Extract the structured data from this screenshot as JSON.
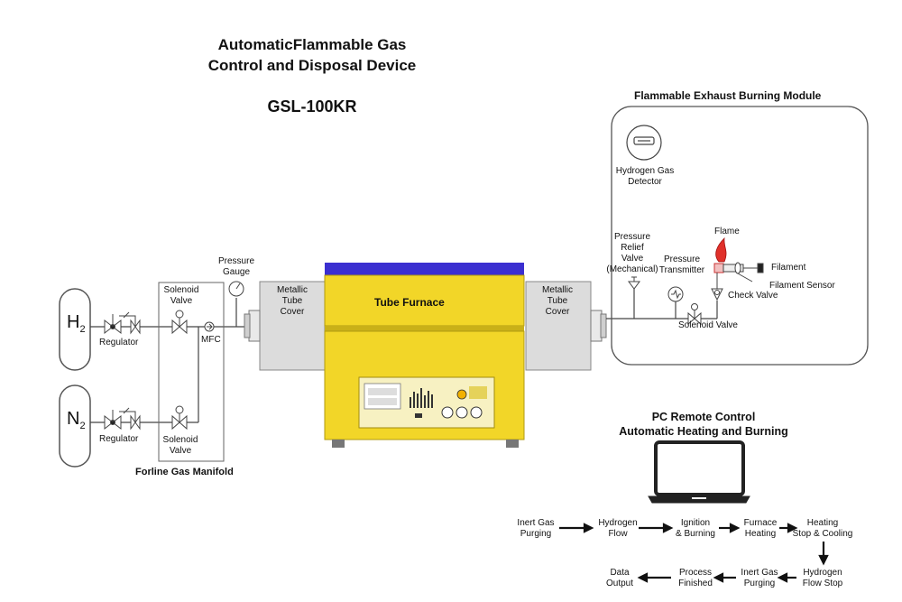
{
  "title": {
    "line1": "AutomaticFlammable Gas",
    "line2": "Control and Disposal Device",
    "model": "GSL-100KR"
  },
  "cylinders": [
    {
      "main": "H",
      "sub": "2"
    },
    {
      "main": "N",
      "sub": "2"
    }
  ],
  "manifold": {
    "regulator": "Regulator",
    "solenoid_line1": "Solenoid",
    "solenoid_line2": "Valve",
    "mfc": "MFC",
    "pressure_gauge_line1": "Pressure",
    "pressure_gauge_line2": "Gauge",
    "caption": "Forline Gas Manifold"
  },
  "furnace": {
    "label": "Tube Furnace",
    "cover_line1": "Metallic",
    "cover_line2": "Tube",
    "cover_line3": "Cover"
  },
  "exhaust_module": {
    "title": "Flammable Exhaust Burning Module",
    "detector_line1": "Hydrogen Gas",
    "detector_line2": "Detector",
    "relief_line1": "Pressure",
    "relief_line2": "Relief",
    "relief_line3": "Valve",
    "relief_line4": "(Mechanical)",
    "transmitter_line1": "Pressure",
    "transmitter_line2": "Transmitter",
    "flame": "Flame",
    "filament": "Filament",
    "filament_sensor": "Filament Sensor",
    "check_valve": "Check Valve",
    "solenoid": "Solenoid Valve"
  },
  "pc_control": {
    "line1": "PC Remote Control",
    "line2": "Automatic Heating and Burning"
  },
  "process": {
    "row1": [
      {
        "l1": "Inert Gas",
        "l2": "Purging"
      },
      {
        "l1": "Hydrogen",
        "l2": "Flow"
      },
      {
        "l1": "Ignition",
        "l2": "& Burning"
      },
      {
        "l1": "Furnace",
        "l2": "Heating"
      },
      {
        "l1": "Heating",
        "l2": "Stop & Cooling"
      }
    ],
    "row2": [
      {
        "l1": "Data",
        "l2": "Output"
      },
      {
        "l1": "Process",
        "l2": "Finished"
      },
      {
        "l1": "Inert Gas",
        "l2": "Purging"
      },
      {
        "l1": "Hydrogen",
        "l2": "Flow Stop"
      }
    ]
  },
  "colors": {
    "furnace_yellow": "#f2d628",
    "furnace_blue": "#3b2fd0",
    "flame_red": "#e0302a",
    "line": "#444444"
  }
}
